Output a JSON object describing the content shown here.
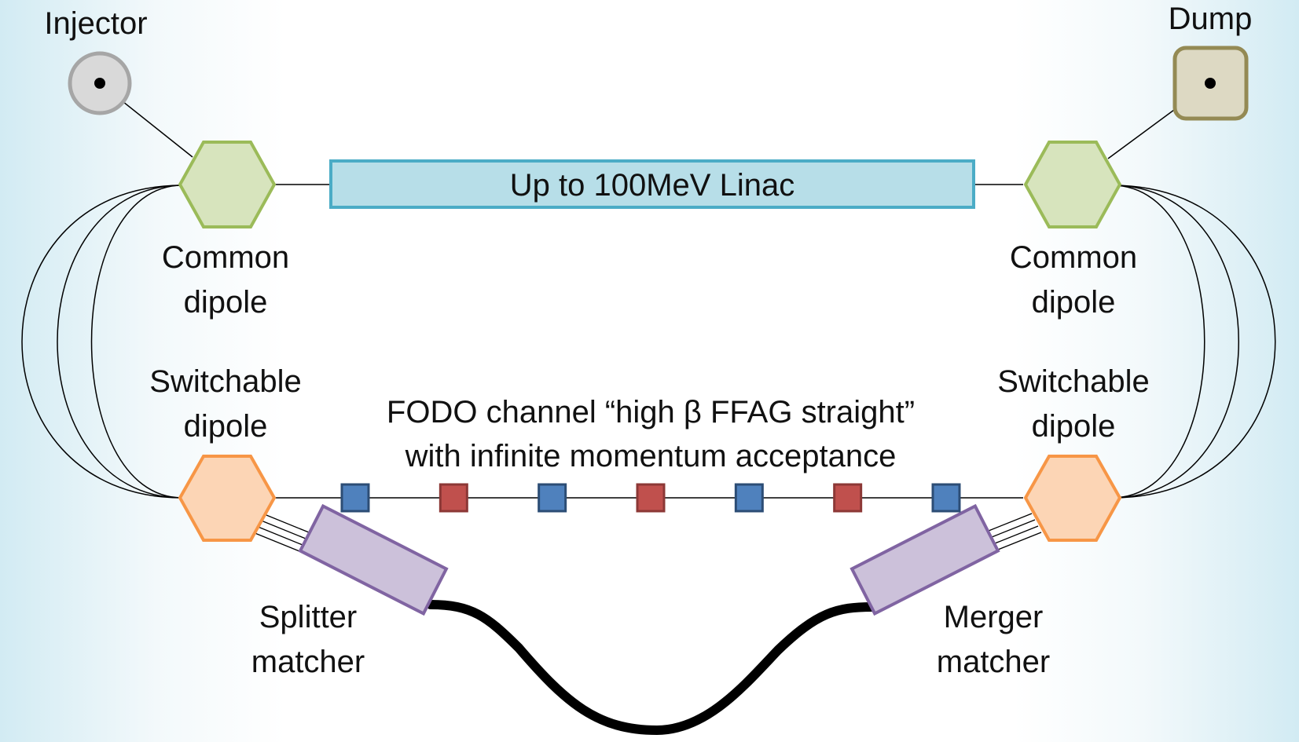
{
  "title": "",
  "components": {
    "injector": {
      "label": "Injector"
    },
    "dump": {
      "label": "Dump"
    },
    "linac": {
      "label": "Up to 100MeV Linac"
    },
    "common_dipole_left": {
      "line1": "Common",
      "line2": "dipole"
    },
    "common_dipole_right": {
      "line1": "Common",
      "line2": "dipole"
    },
    "switchable_dipole_left": {
      "line1": "Switchable",
      "line2": "dipole"
    },
    "switchable_dipole_right": {
      "line1": "Switchable",
      "line2": "dipole"
    },
    "fodo_channel": {
      "line1": "FODO channel “high β FFAG straight”",
      "line2": "with infinite momentum acceptance"
    },
    "splitter_matcher": {
      "line1": "Splitter",
      "line2": "matcher"
    },
    "merger_matcher": {
      "line1": "Merger",
      "line2": "matcher"
    }
  },
  "fodo_magnets": [
    "focusing",
    "defocusing",
    "focusing",
    "defocusing",
    "focusing",
    "defocusing",
    "focusing"
  ],
  "colors": {
    "common_dipole_fill": "#d7e4bd",
    "common_dipole_stroke": "#9bbb59",
    "switchable_dipole_fill": "#fcd5b5",
    "switchable_dipole_stroke": "#f79646",
    "linac_fill": "#b7dee8",
    "linac_stroke": "#4bacc6",
    "matcher_fill": "#ccc1da",
    "matcher_stroke": "#8064a2",
    "focusing_fill": "#4f81bd",
    "focusing_stroke": "#2c4d75",
    "defocusing_fill": "#c0504d",
    "defocusing_stroke": "#8c3836",
    "injector_fill": "#d9d9d9",
    "injector_stroke": "#a6a6a6",
    "dump_fill": "#ddd9c3",
    "dump_stroke": "#948a54"
  }
}
